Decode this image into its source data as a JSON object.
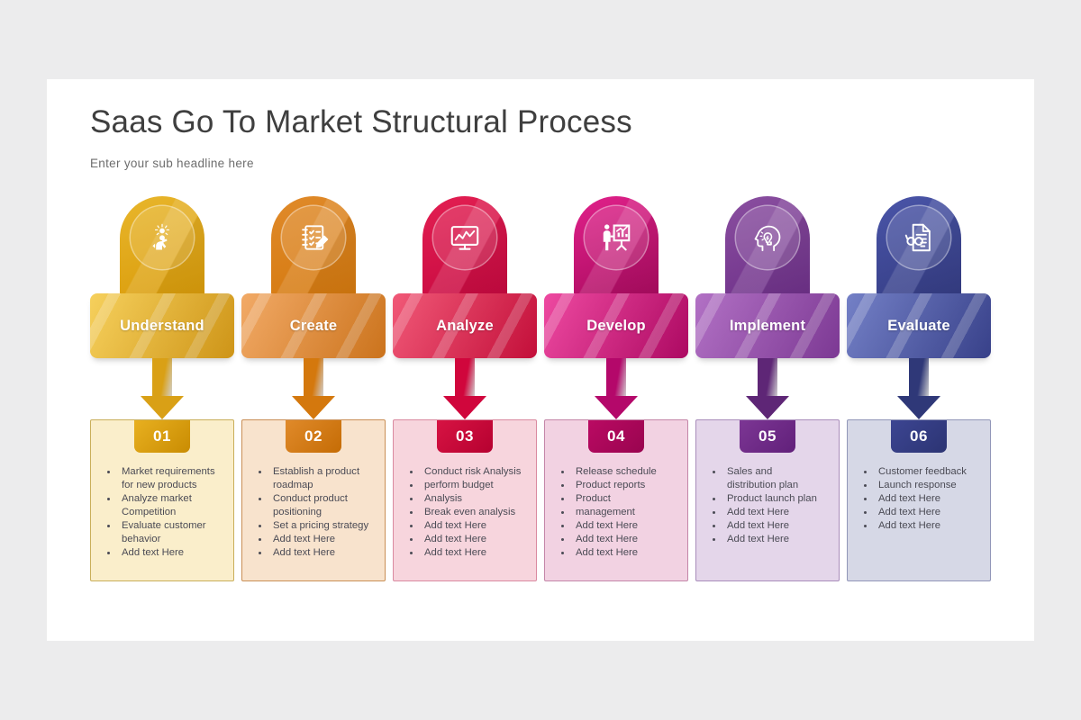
{
  "slide": {
    "title": "Saas Go To Market Structural Process",
    "subtitle": "Enter your sub headline  here"
  },
  "steps": [
    {
      "label": "Understand",
      "number": "01",
      "icon": "person-idea-icon",
      "colors": {
        "pin_top": "#e8b62c",
        "pin_bottom": "#d99a08",
        "banner_from": "#f5cb4a",
        "banner_to": "#e5a51a",
        "arrow": "#d9a016",
        "badge_from": "#e8b020",
        "badge_to": "#c98c02",
        "card_bg": "#faeecb",
        "card_border": "#c9ae5a"
      },
      "items": [
        "Market requirements",
        "for new products",
        "Analyze market",
        "Competition",
        "Evaluate customer",
        "behavior",
        "Add text Here"
      ],
      "bullets": [
        true,
        false,
        true,
        false,
        true,
        false,
        true
      ]
    },
    {
      "label": "Create",
      "number": "02",
      "icon": "checklist-notebook-icon",
      "colors": {
        "pin_top": "#e08a2a",
        "pin_bottom": "#d4780d",
        "banner_from": "#f0a055",
        "banner_to": "#e2801f",
        "arrow": "#d4780d",
        "badge_from": "#e08a2a",
        "badge_to": "#c56c05",
        "card_bg": "#f8e3cd",
        "card_border": "#c98f56"
      },
      "items": [
        "Establish a product",
        "roadmap",
        "Conduct product",
        "positioning",
        "Set a pricing strategy",
        "Add text Here",
        "Add text Here"
      ],
      "bullets": [
        true,
        false,
        true,
        false,
        true,
        true,
        true
      ]
    },
    {
      "label": "Analyze",
      "number": "03",
      "icon": "monitor-chart-icon",
      "colors": {
        "pin_top": "#e31f52",
        "pin_bottom": "#c5083f",
        "banner_from": "#ef4668",
        "banner_to": "#d91040",
        "arrow": "#d0063c",
        "badge_from": "#d71343",
        "badge_to": "#b60130",
        "card_bg": "#f7d5dd",
        "card_border": "#d98aa0"
      },
      "items": [
        "Conduct risk Analysis",
        "perform budget",
        "Analysis",
        "Break even analysis",
        "Add text Here",
        "Add text Here",
        "Add text Here"
      ],
      "bullets": [
        true,
        true,
        true,
        true,
        true,
        true,
        true
      ]
    },
    {
      "label": "Develop",
      "number": "04",
      "icon": "presenter-board-icon",
      "colors": {
        "pin_top": "#e0218a",
        "pin_bottom": "#a80a5e",
        "banner_from": "#ec3596",
        "banner_to": "#c00a6d",
        "arrow": "#b4086a",
        "badge_from": "#ba0a63",
        "badge_to": "#99044f",
        "card_bg": "#f2d2e2",
        "card_border": "#c486a8"
      },
      "items": [
        "Release schedule",
        "Product reports",
        "Product",
        "management",
        "Add text Here",
        "Add text Here",
        "Add text Here"
      ],
      "bullets": [
        true,
        true,
        true,
        true,
        true,
        true,
        true
      ]
    },
    {
      "label": "Implement",
      "number": "05",
      "icon": "head-lightbulb-icon",
      "colors": {
        "pin_top": "#8a4fa0",
        "pin_bottom": "#6d2f88",
        "banner_from": "#a961be",
        "banner_to": "#8a3fa4",
        "arrow": "#5e2676",
        "badge_from": "#7c3694",
        "badge_to": "#61207a",
        "card_bg": "#e4d6ea",
        "card_border": "#a98dbb"
      },
      "items": [
        "Sales and",
        "distribution plan",
        "Product launch plan",
        "Add text Here",
        "Add text Here",
        "Add text Here"
      ],
      "bullets": [
        true,
        false,
        true,
        true,
        true,
        true
      ]
    },
    {
      "label": "Evaluate",
      "number": "06",
      "icon": "document-glasses-icon",
      "colors": {
        "pin_top": "#4a55a8",
        "pin_bottom": "#343c83",
        "banner_from": "#6472c0",
        "banner_to": "#3e4899",
        "arrow": "#2f3878",
        "badge_from": "#3c4592",
        "badge_to": "#2c3473",
        "card_bg": "#d6d8e6",
        "card_border": "#9196b8"
      },
      "items": [
        "Customer feedback",
        "Launch response",
        "Add text Here",
        "Add text Here",
        "Add text Here"
      ],
      "bullets": [
        true,
        true,
        true,
        true,
        true
      ]
    }
  ]
}
